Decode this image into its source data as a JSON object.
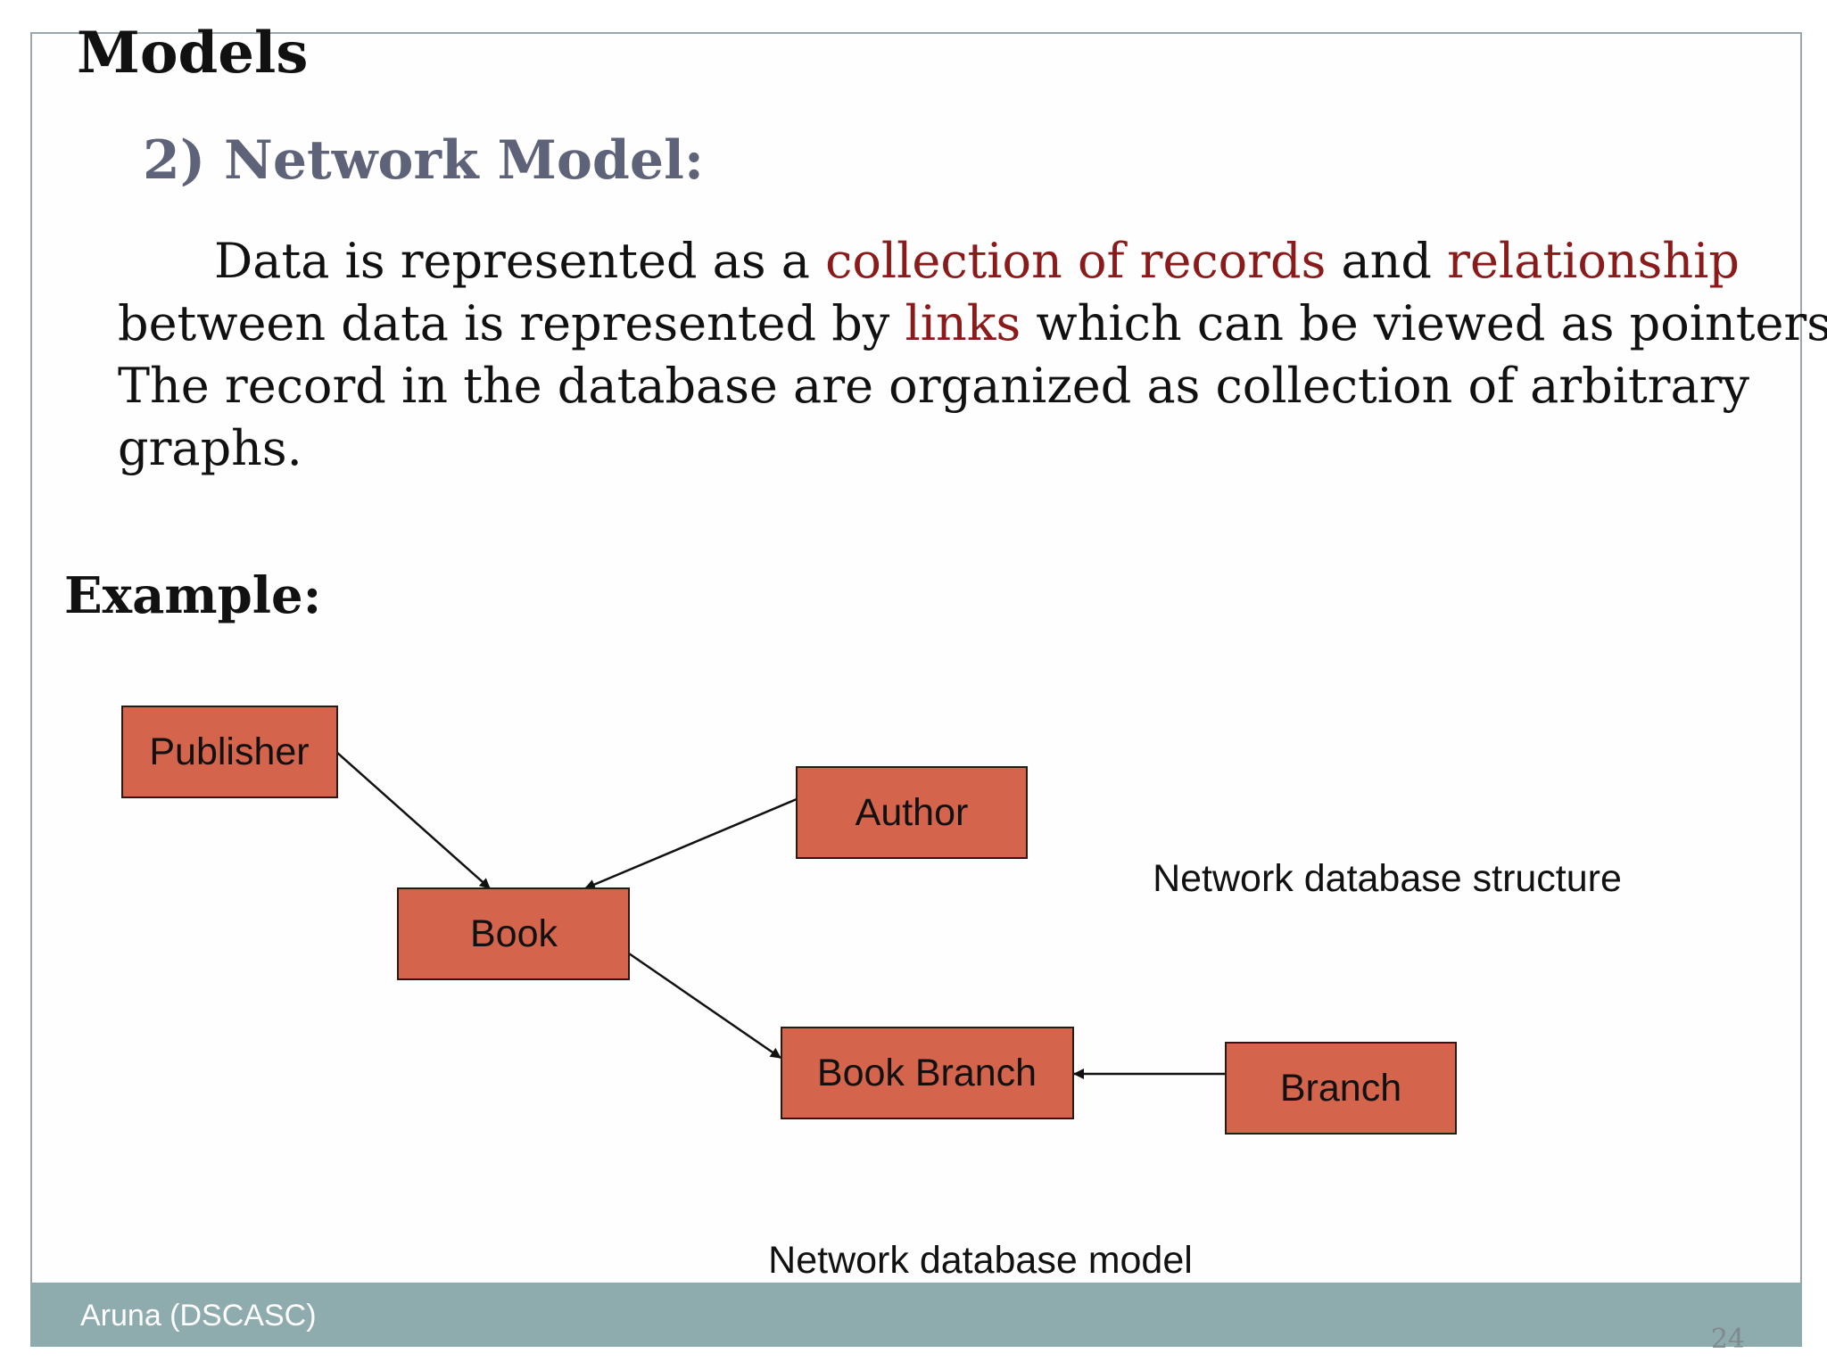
{
  "slide": {
    "clipped_title": "Data",
    "title": "Models",
    "subtitle": "2) Network Model:",
    "body": {
      "line1_a": "Data is represented as a ",
      "line1_hl1": "collection of records",
      "line1_b": " and ",
      "line1_hl2": "relationship",
      "line2_a": "between data is represented by ",
      "line2_hl": "links",
      "line2_b": " which can be viewed as pointers.",
      "line3": "The record in the database are organized as collection of arbitrary",
      "line4": "graphs."
    },
    "example_label": "Example:"
  },
  "diagram": {
    "nodes": {
      "publisher": "Publisher",
      "author": "Author",
      "book": "Book",
      "book_branch": "Book Branch",
      "branch": "Branch"
    },
    "edges": [
      {
        "from": "Publisher",
        "to": "Book"
      },
      {
        "from": "Author",
        "to": "Book"
      },
      {
        "from": "Book",
        "to": "Book Branch"
      },
      {
        "from": "Branch",
        "to": "Book Branch"
      }
    ],
    "structure_caption": "Network database structure",
    "model_caption": "Network database model"
  },
  "footer": {
    "author": "Aruna (DSCASC)",
    "page_number": "24"
  },
  "colors": {
    "node_fill": "#d4644b",
    "highlight_text": "#8b1a1a",
    "subtitle_text": "#5f6379",
    "footer_bar": "#8eabae"
  }
}
